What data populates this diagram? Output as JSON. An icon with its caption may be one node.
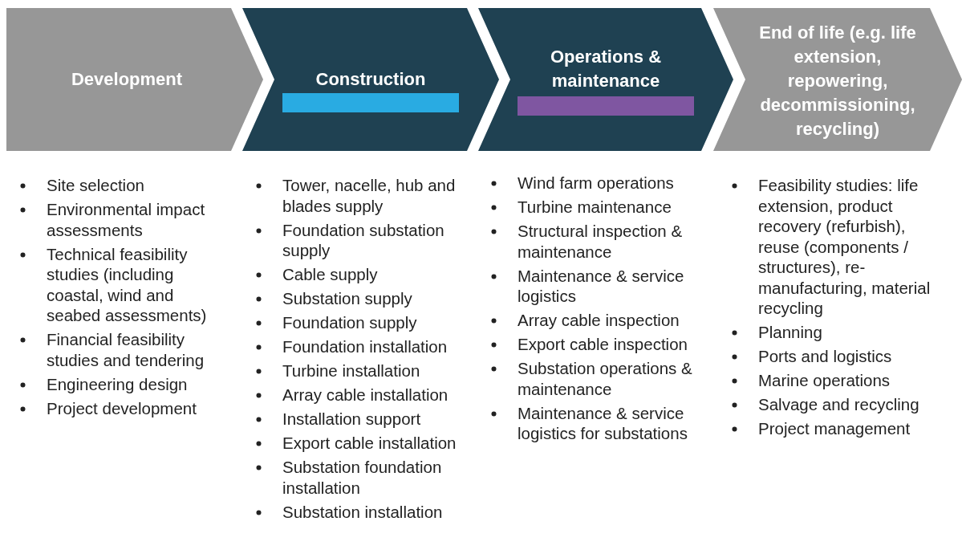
{
  "diagram": {
    "nodes": [
      {
        "text": [
          "Development"
        ],
        "beside": [
          "Site selection",
          "Environmental impact assessments",
          "Technical feasibility studies (including coastal, wind and seabed assessments)",
          "Financial feasibility studies and tendering",
          "Engineering design",
          "Project development"
        ]
      },
      {
        "text": [
          "Construction"
        ],
        "beside": [
          "Tower, nacelle, hub and blades supply",
          "Foundation substation supply",
          "Cable supply",
          "Substation supply",
          "Foundation supply",
          "Foundation installation",
          "Turbine installation",
          "Array cable installation",
          "Installation support",
          "Export cable installation",
          "Substation foundation installation",
          "Substation installation"
        ]
      },
      {
        "text": [
          "Operations & maintenance"
        ],
        "beside": [
          "Wind farm operations",
          "Turbine maintenance",
          "Structural inspection & maintenance",
          "Maintenance & service logistics",
          "Array cable inspection",
          "Export cable inspection",
          "Substation operations & maintenance",
          "Maintenance & service logistics for substations"
        ]
      },
      {
        "text": [
          "End of life (e.g. life extension, repowering, decommissioning, recycling)"
        ],
        "beside": [
          "Feasibility studies: life extension, product recovery (refurbish), reuse (components / structures), re-manufacturing, material recycling",
          "Planning",
          "Ports and logistics",
          "Marine operations",
          "Salvage and recycling",
          "Project management"
        ]
      }
    ]
  }
}
